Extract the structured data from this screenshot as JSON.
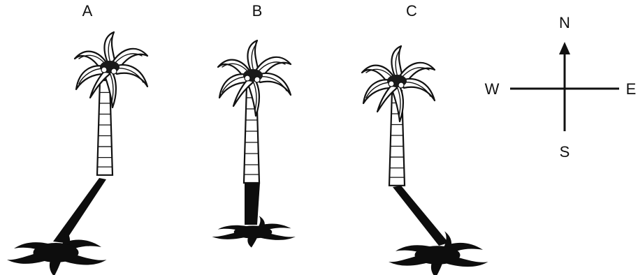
{
  "trees": [
    {
      "label": "A"
    },
    {
      "label": "B"
    },
    {
      "label": "C"
    }
  ],
  "compass": {
    "north": "N",
    "south": "S",
    "west": "W",
    "east": "E"
  }
}
